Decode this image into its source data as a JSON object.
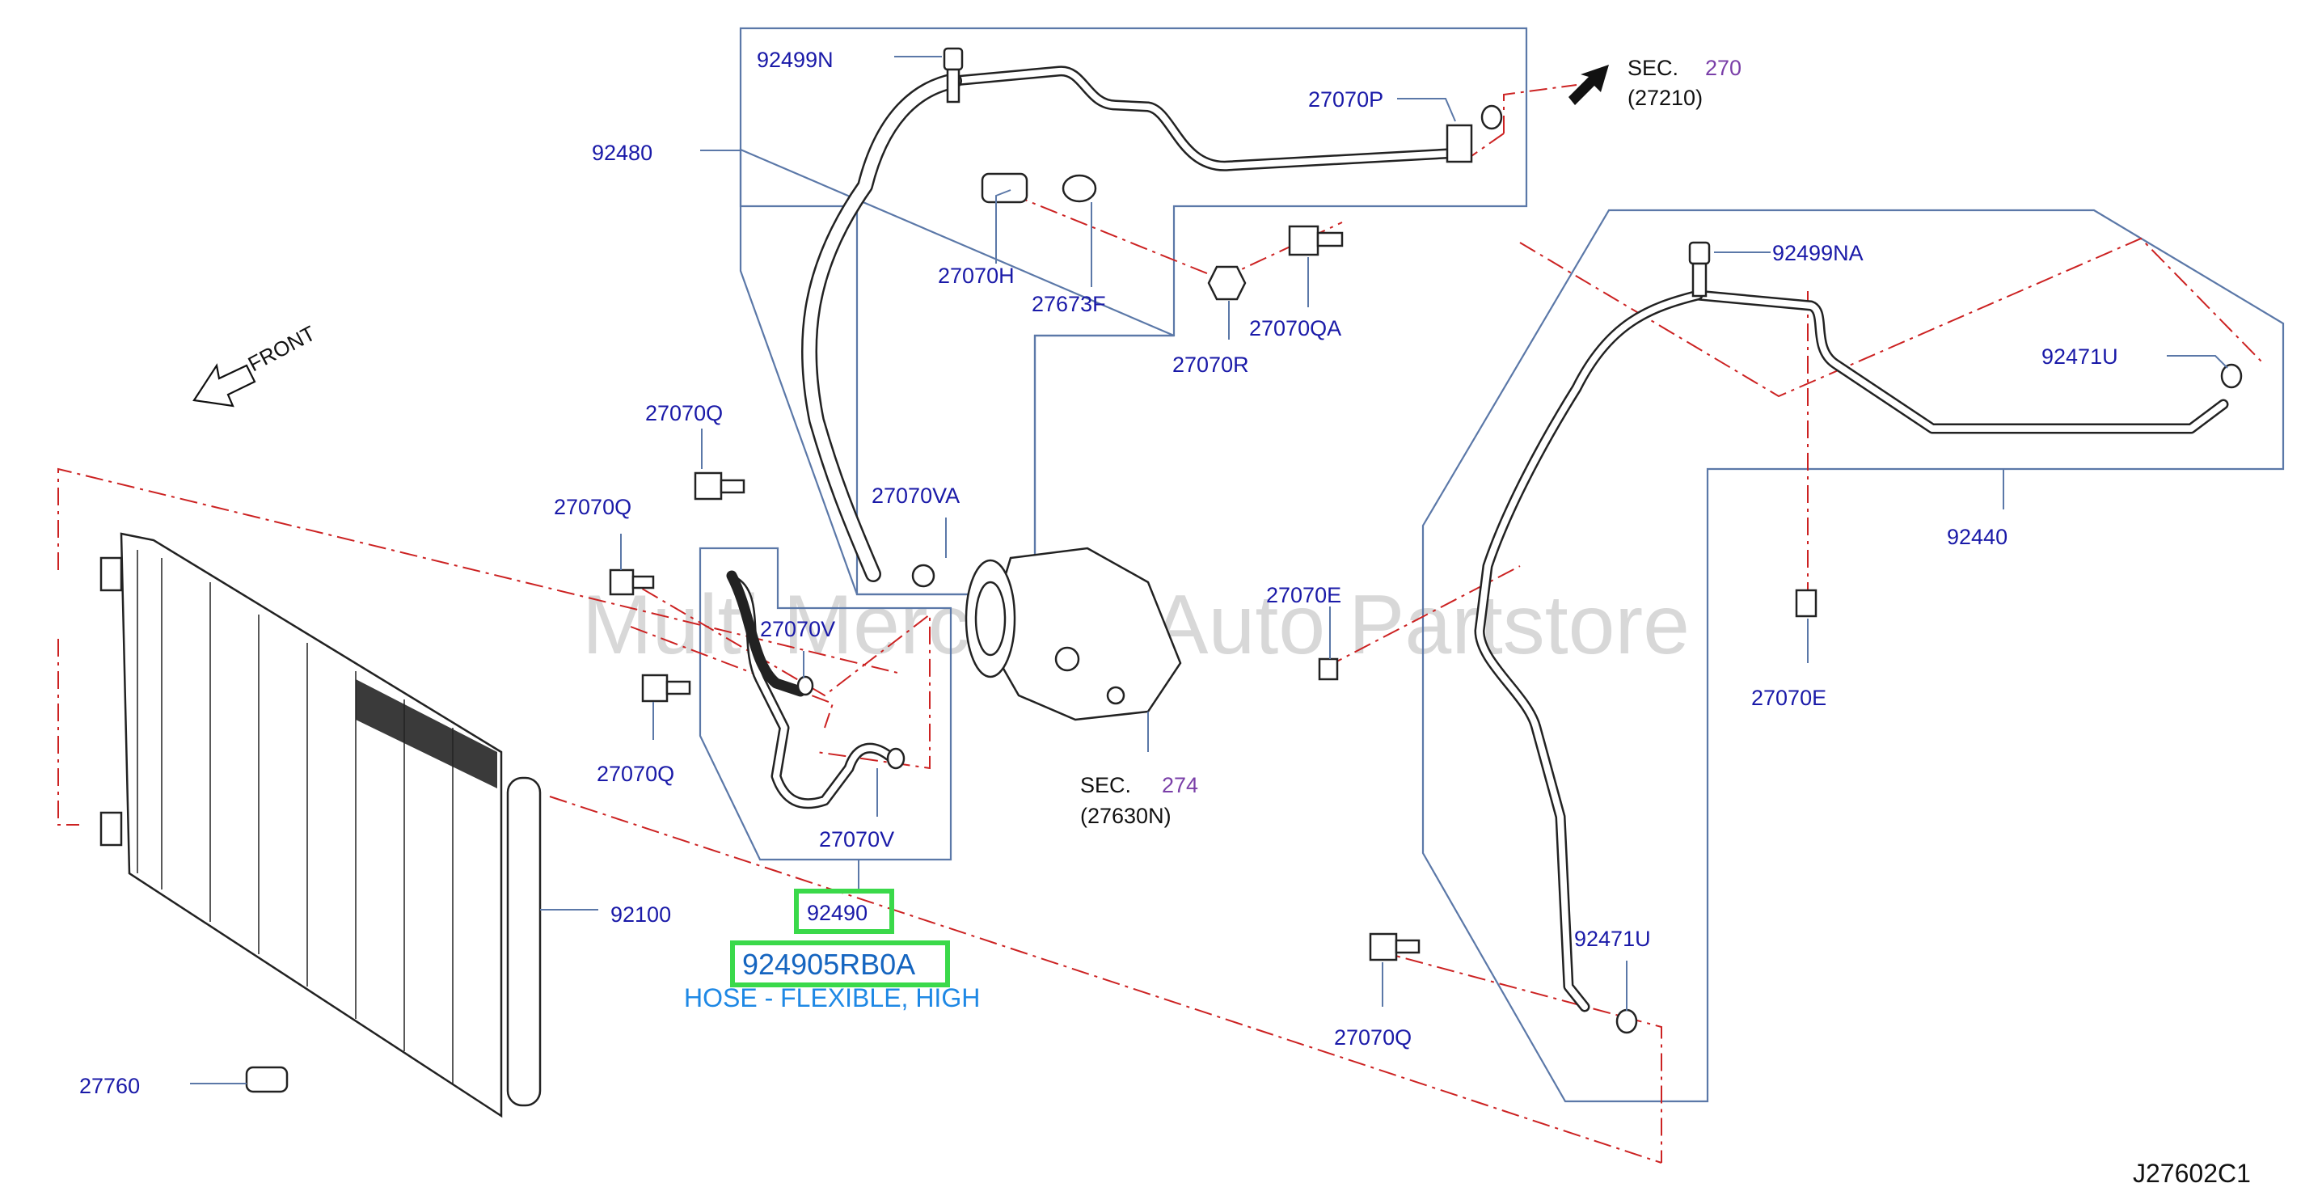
{
  "watermark": "Multi Merchant Auto Partstore",
  "diagram_id": "J27602C1",
  "front_label": "FRONT",
  "sections": [
    {
      "word": "SEC.",
      "number": "270",
      "sub": "(27210)"
    },
    {
      "word": "SEC.",
      "number": "274",
      "sub": "(27630N)"
    }
  ],
  "highlight": {
    "part_number": "92490",
    "code": "924905RB0A",
    "description": "HOSE - FLEXIBLE, HIGH"
  },
  "labels": [
    "92499N",
    "92480",
    "27070P",
    "27070H",
    "27673F",
    "27070R",
    "27070QA",
    "92499NA",
    "92471U",
    "92440",
    "27070Q",
    "27070Q",
    "27070VA",
    "27070V",
    "27070Q",
    "27070V",
    "27070E",
    "27070E",
    "92100",
    "92471U",
    "27070Q",
    "27760"
  ],
  "colors": {
    "label": "#1a1aa8",
    "section_number": "#7a3fa8",
    "outline": "#5b78a8",
    "dashed": "#cc2222",
    "highlight_border": "#3ad94a",
    "code_text": "#1565c0",
    "description_text": "#1e88e5"
  }
}
